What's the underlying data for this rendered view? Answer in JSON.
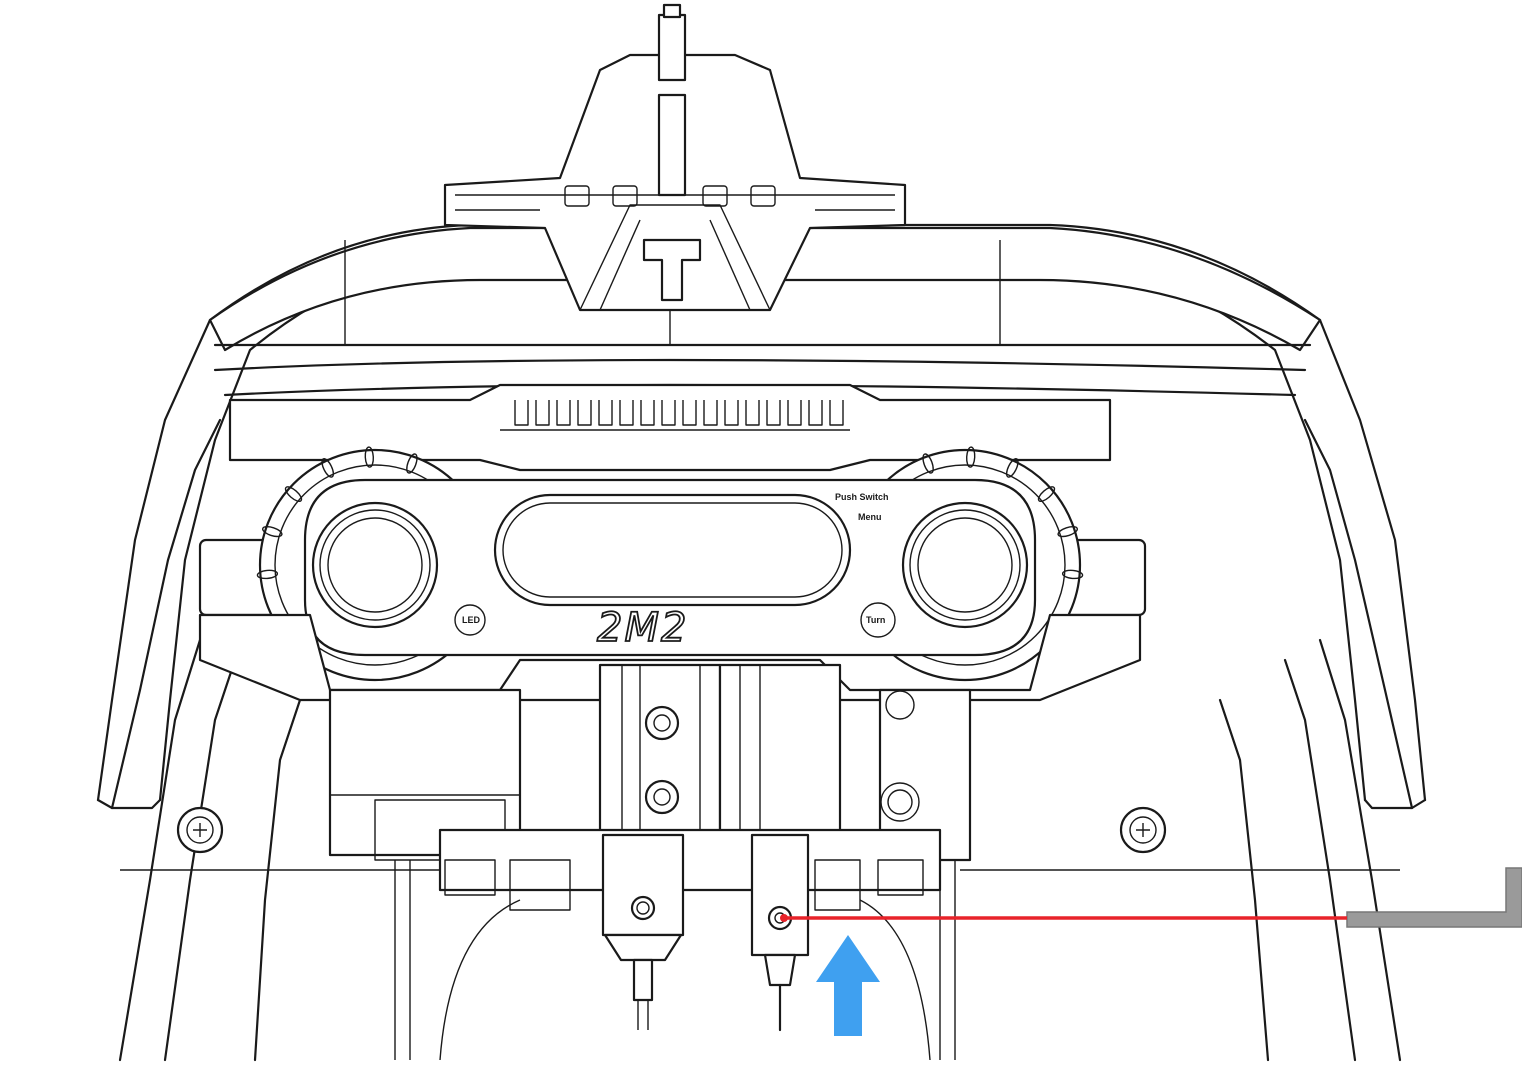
{
  "labels": {
    "push_switch": "Push Switch",
    "menu": "Menu",
    "led": "LED",
    "turn": "Turn",
    "brand": "2M2",
    "t_mark": "T"
  },
  "colors": {
    "indicator_line": "#e8232a",
    "arrow": "#3fa0f0",
    "hex_key": "#9a9a9a",
    "line_art": "#1a1a1a"
  },
  "icons": {
    "arrow": "up-arrow-icon",
    "tool": "hex-key-icon",
    "screws": "phillips-screw-icon"
  }
}
